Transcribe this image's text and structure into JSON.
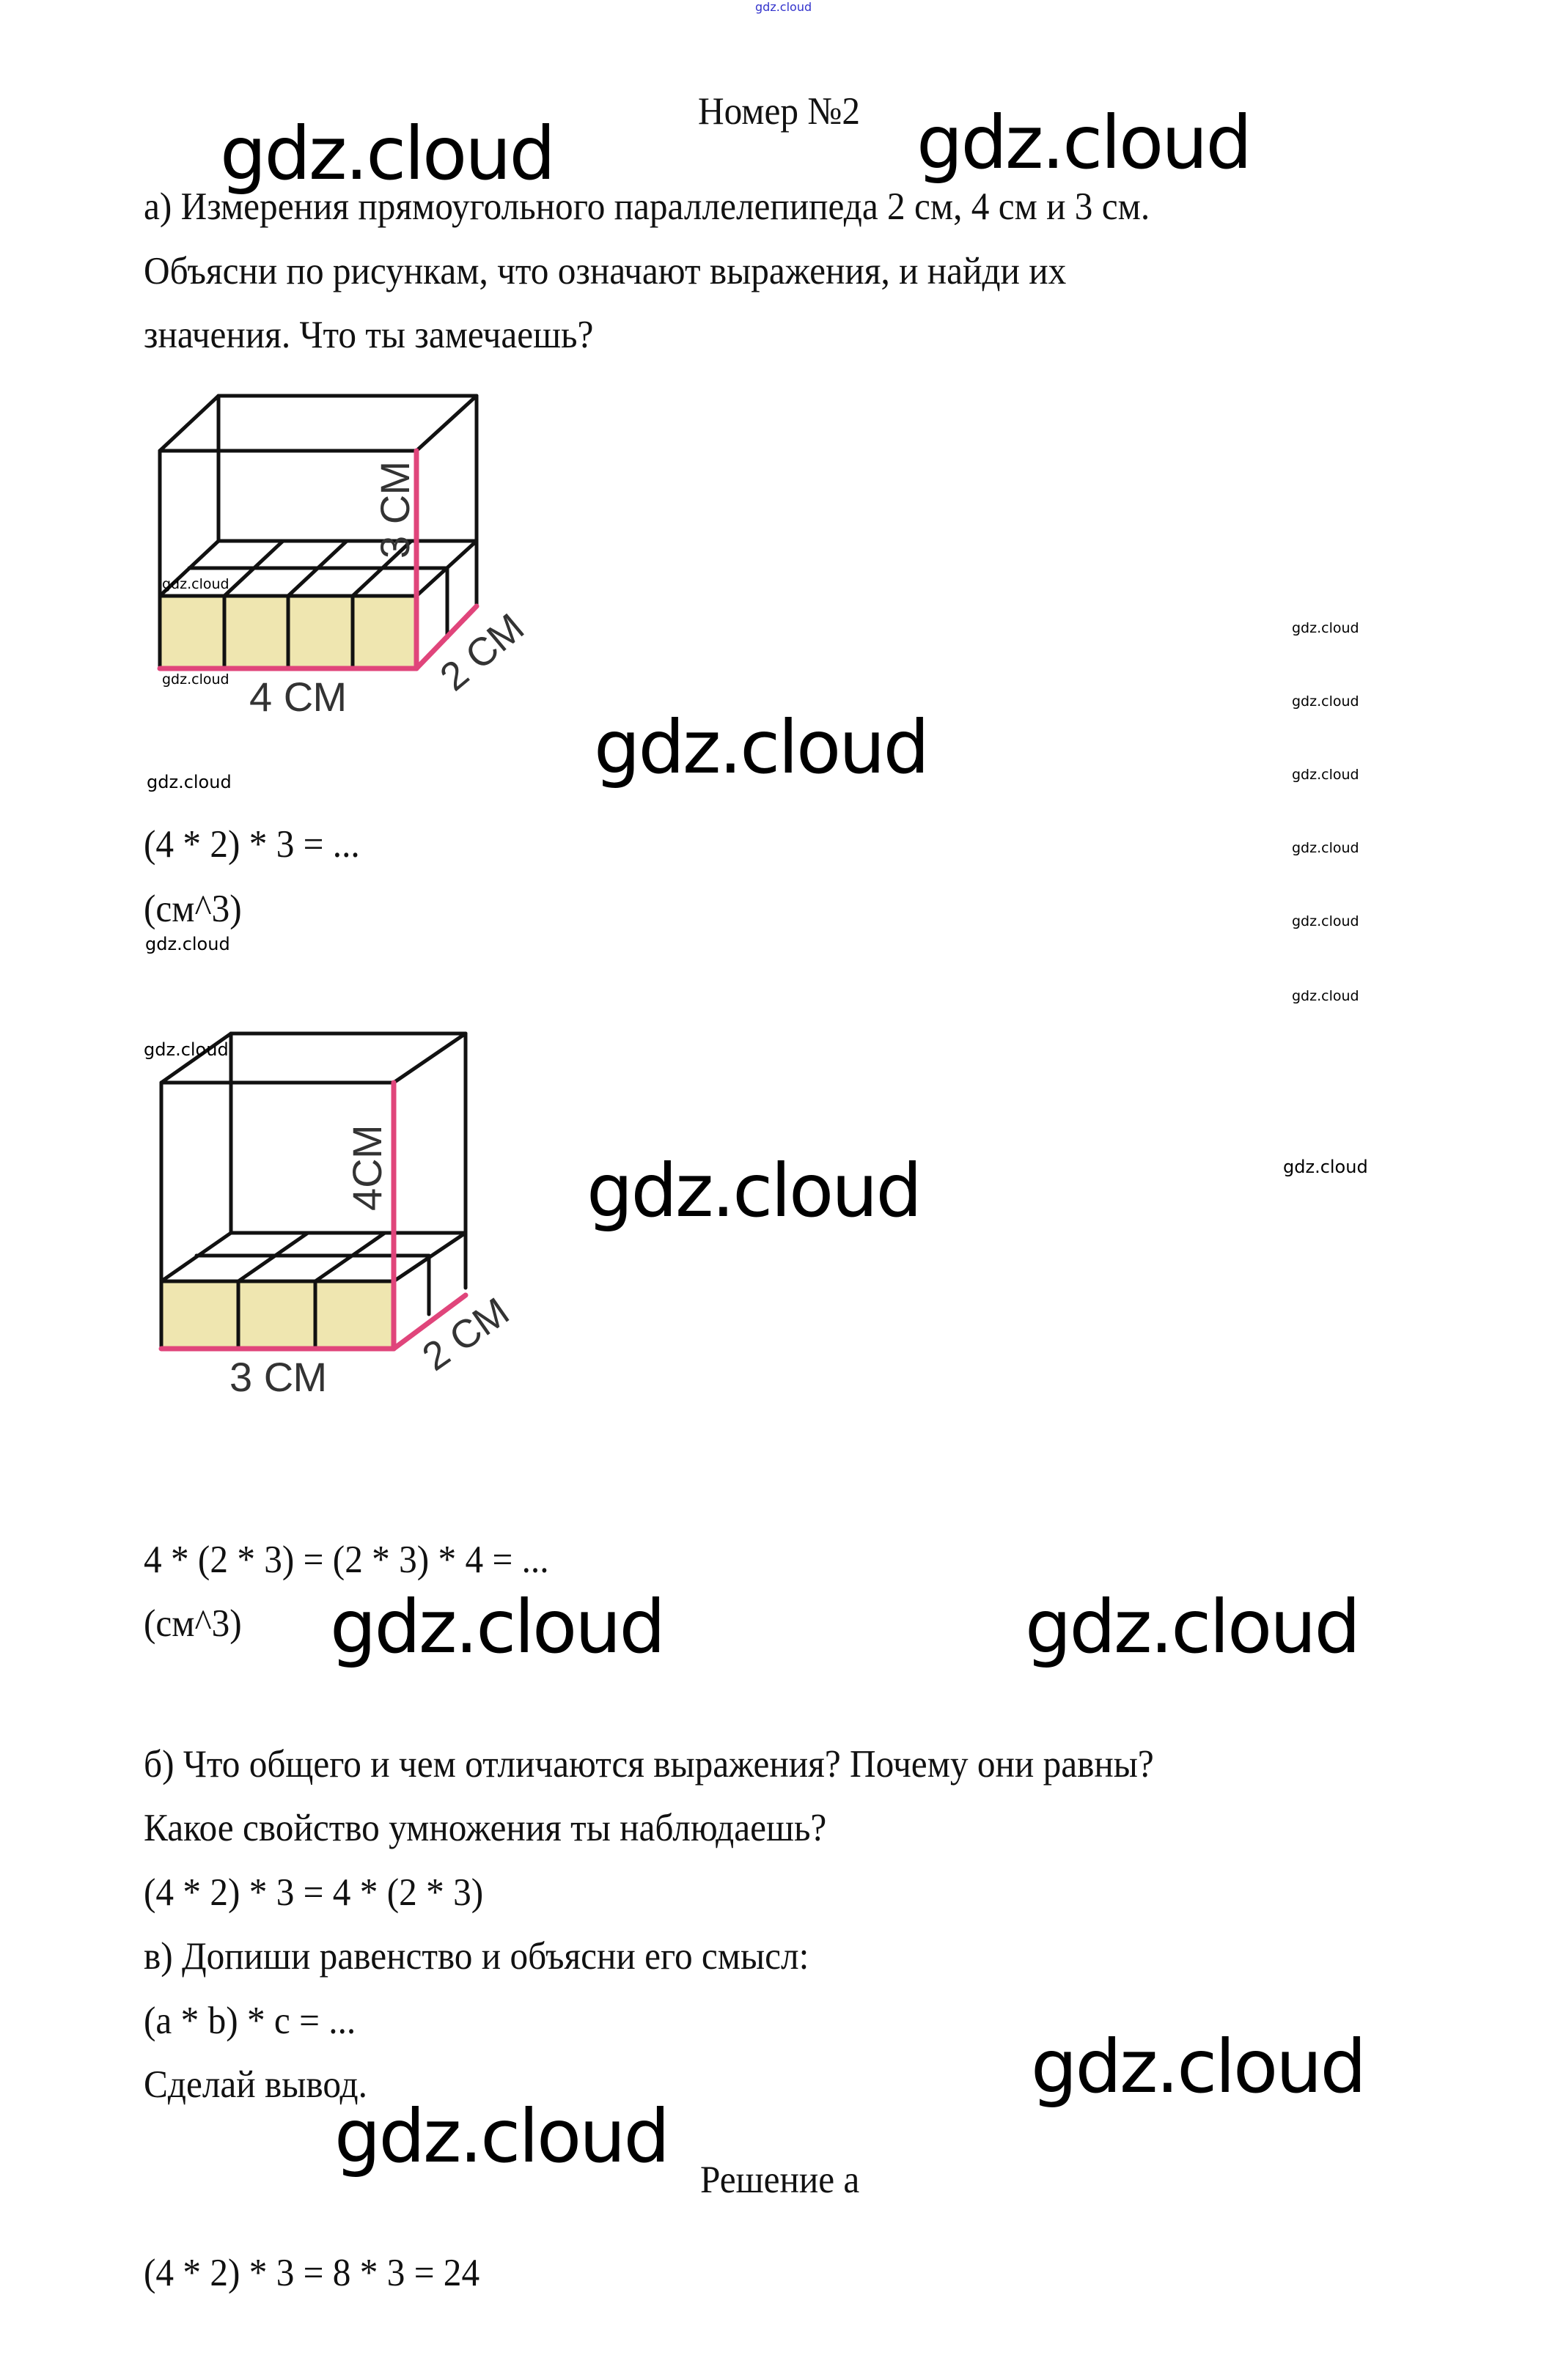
{
  "top_watermark": "gdz.cloud",
  "title": "Номер №2",
  "watermark": "gdz.cloud",
  "task_a": {
    "lines": [
      "а) Измерения прямоугольного параллелепипеда 2 см, 4 см и 3 см.",
      "Объясни по рисункам, что означают выражения, и найди их",
      "значения. Что ты замечаешь?"
    ]
  },
  "figure1": {
    "height_label": "3 СМ",
    "length_label": "4 СМ",
    "depth_label": "2 СМ"
  },
  "expr1": "(4 * 2) * 3 = ...",
  "unit1": "(см^3)",
  "figure2": {
    "height_label": "4СМ",
    "length_label": "3 СМ",
    "depth_label": "2 СМ"
  },
  "expr2": "4 * (2 * 3) = (2 * 3) * 4 = ...",
  "unit2": "(см^3)",
  "task_b": {
    "lines": [
      "б) Что общего и чем отличаются выражения? Почему они равны?",
      "Какое свойство умножения ты наблюдаешь?",
      "(4 * 2) * 3 = 4 * (2 * 3)"
    ]
  },
  "task_c": {
    "lines": [
      "в) Допиши равенство и объясни его смысл:",
      "(a * b) * c = ...",
      "Сделай вывод."
    ]
  },
  "solution_title": "Решение а",
  "solution_line": "(4 * 2) * 3 = 8 * 3 = 24",
  "colors": {
    "highlight": "#e0457b",
    "cube_fill": "#efe6b0",
    "link": "#3333cc"
  }
}
